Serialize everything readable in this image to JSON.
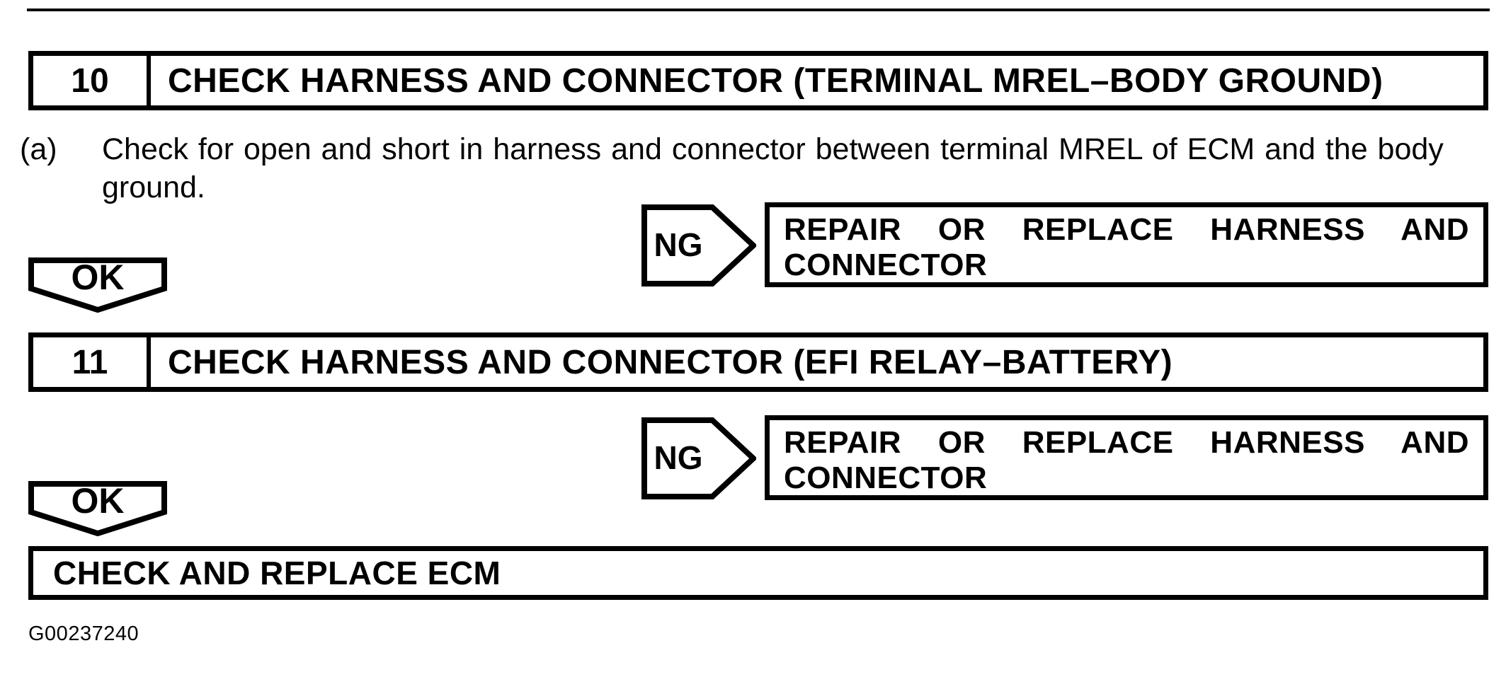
{
  "figure": {
    "id": "G00237240"
  },
  "steps": [
    {
      "number": "10",
      "title": "CHECK HARNESS AND CONNECTOR (TERMINAL MREL–BODY GROUND)"
    },
    {
      "number": "11",
      "title": "CHECK HARNESS AND CONNECTOR (EFI RELAY–BATTERY)"
    }
  ],
  "instruction": {
    "label": "(a)",
    "line1": "Check for open and short in harness and connector between terminal MREL of ECM and the body",
    "line2": "ground."
  },
  "branch": {
    "ng_label": "NG",
    "ok_label": "OK",
    "action_line1": "REPAIR OR REPLACE HARNESS AND",
    "action_line2": "CONNECTOR"
  },
  "final_action": {
    "label": "CHECK AND REPLACE ECM"
  },
  "colors": {
    "ink": "#000000",
    "paper": "#ffffff"
  }
}
